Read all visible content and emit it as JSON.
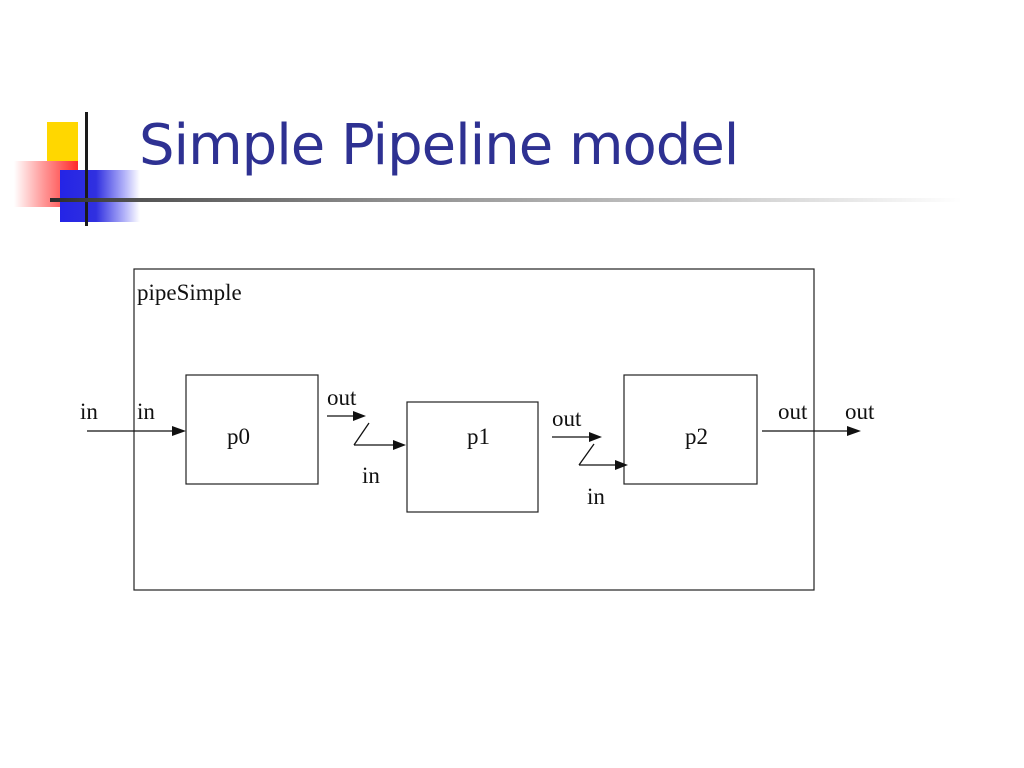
{
  "slide": {
    "title": "Simple Pipeline model",
    "title_color": "#2e3192"
  },
  "diagram": {
    "container_label": "pipeSimple",
    "processes": [
      {
        "label": "p0"
      },
      {
        "label": "p1"
      },
      {
        "label": "p2"
      }
    ],
    "port_labels": {
      "external_in": "in",
      "p0_in": "in",
      "p0_out": "out",
      "p1_in": "in",
      "p1_out": "out",
      "p2_in": "in",
      "p2_out": "out",
      "external_out": "out"
    }
  }
}
